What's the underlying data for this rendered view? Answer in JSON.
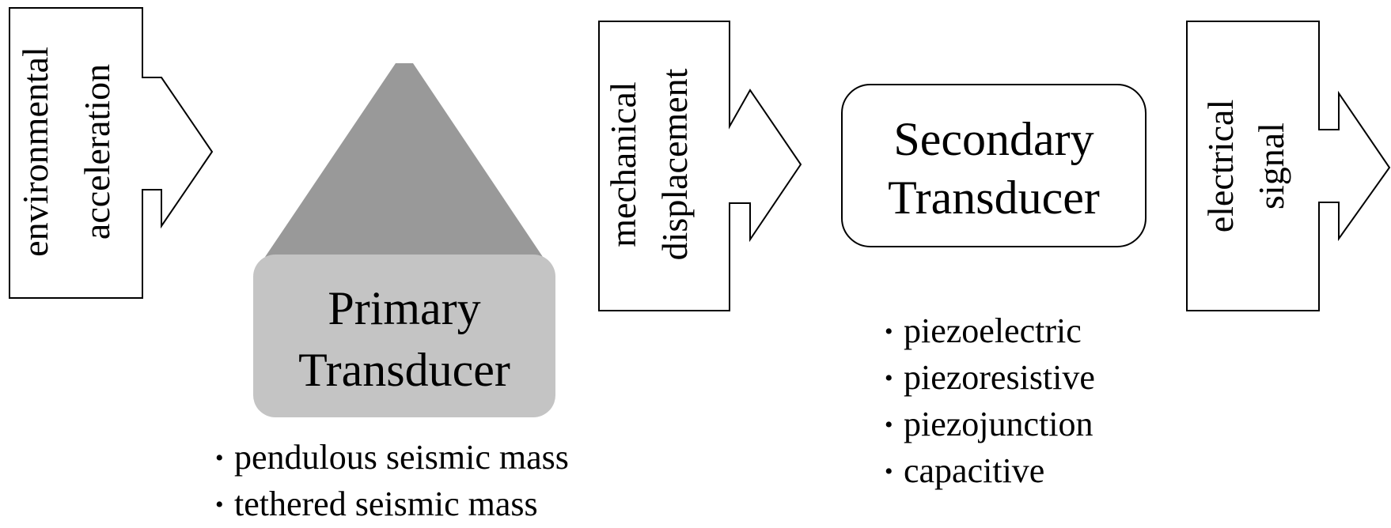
{
  "inputs": {
    "acceleration": [
      "environmental",
      "acceleration"
    ],
    "displacement": [
      "mechanical",
      "displacement"
    ],
    "signal": [
      "electrical",
      "signal"
    ]
  },
  "primary": {
    "title": [
      "Primary",
      "Transducer"
    ],
    "items": [
      "pendulous seismic mass",
      "tethered seismic mass"
    ]
  },
  "secondary": {
    "title": [
      "Secondary",
      "Transducer"
    ],
    "items": [
      "piezoelectric",
      "piezoresistive",
      "piezojunction",
      "capacitive"
    ]
  },
  "colors": {
    "primary_triangle": "#999999",
    "primary_box": "#c4c4c4",
    "stroke": "#000000"
  }
}
